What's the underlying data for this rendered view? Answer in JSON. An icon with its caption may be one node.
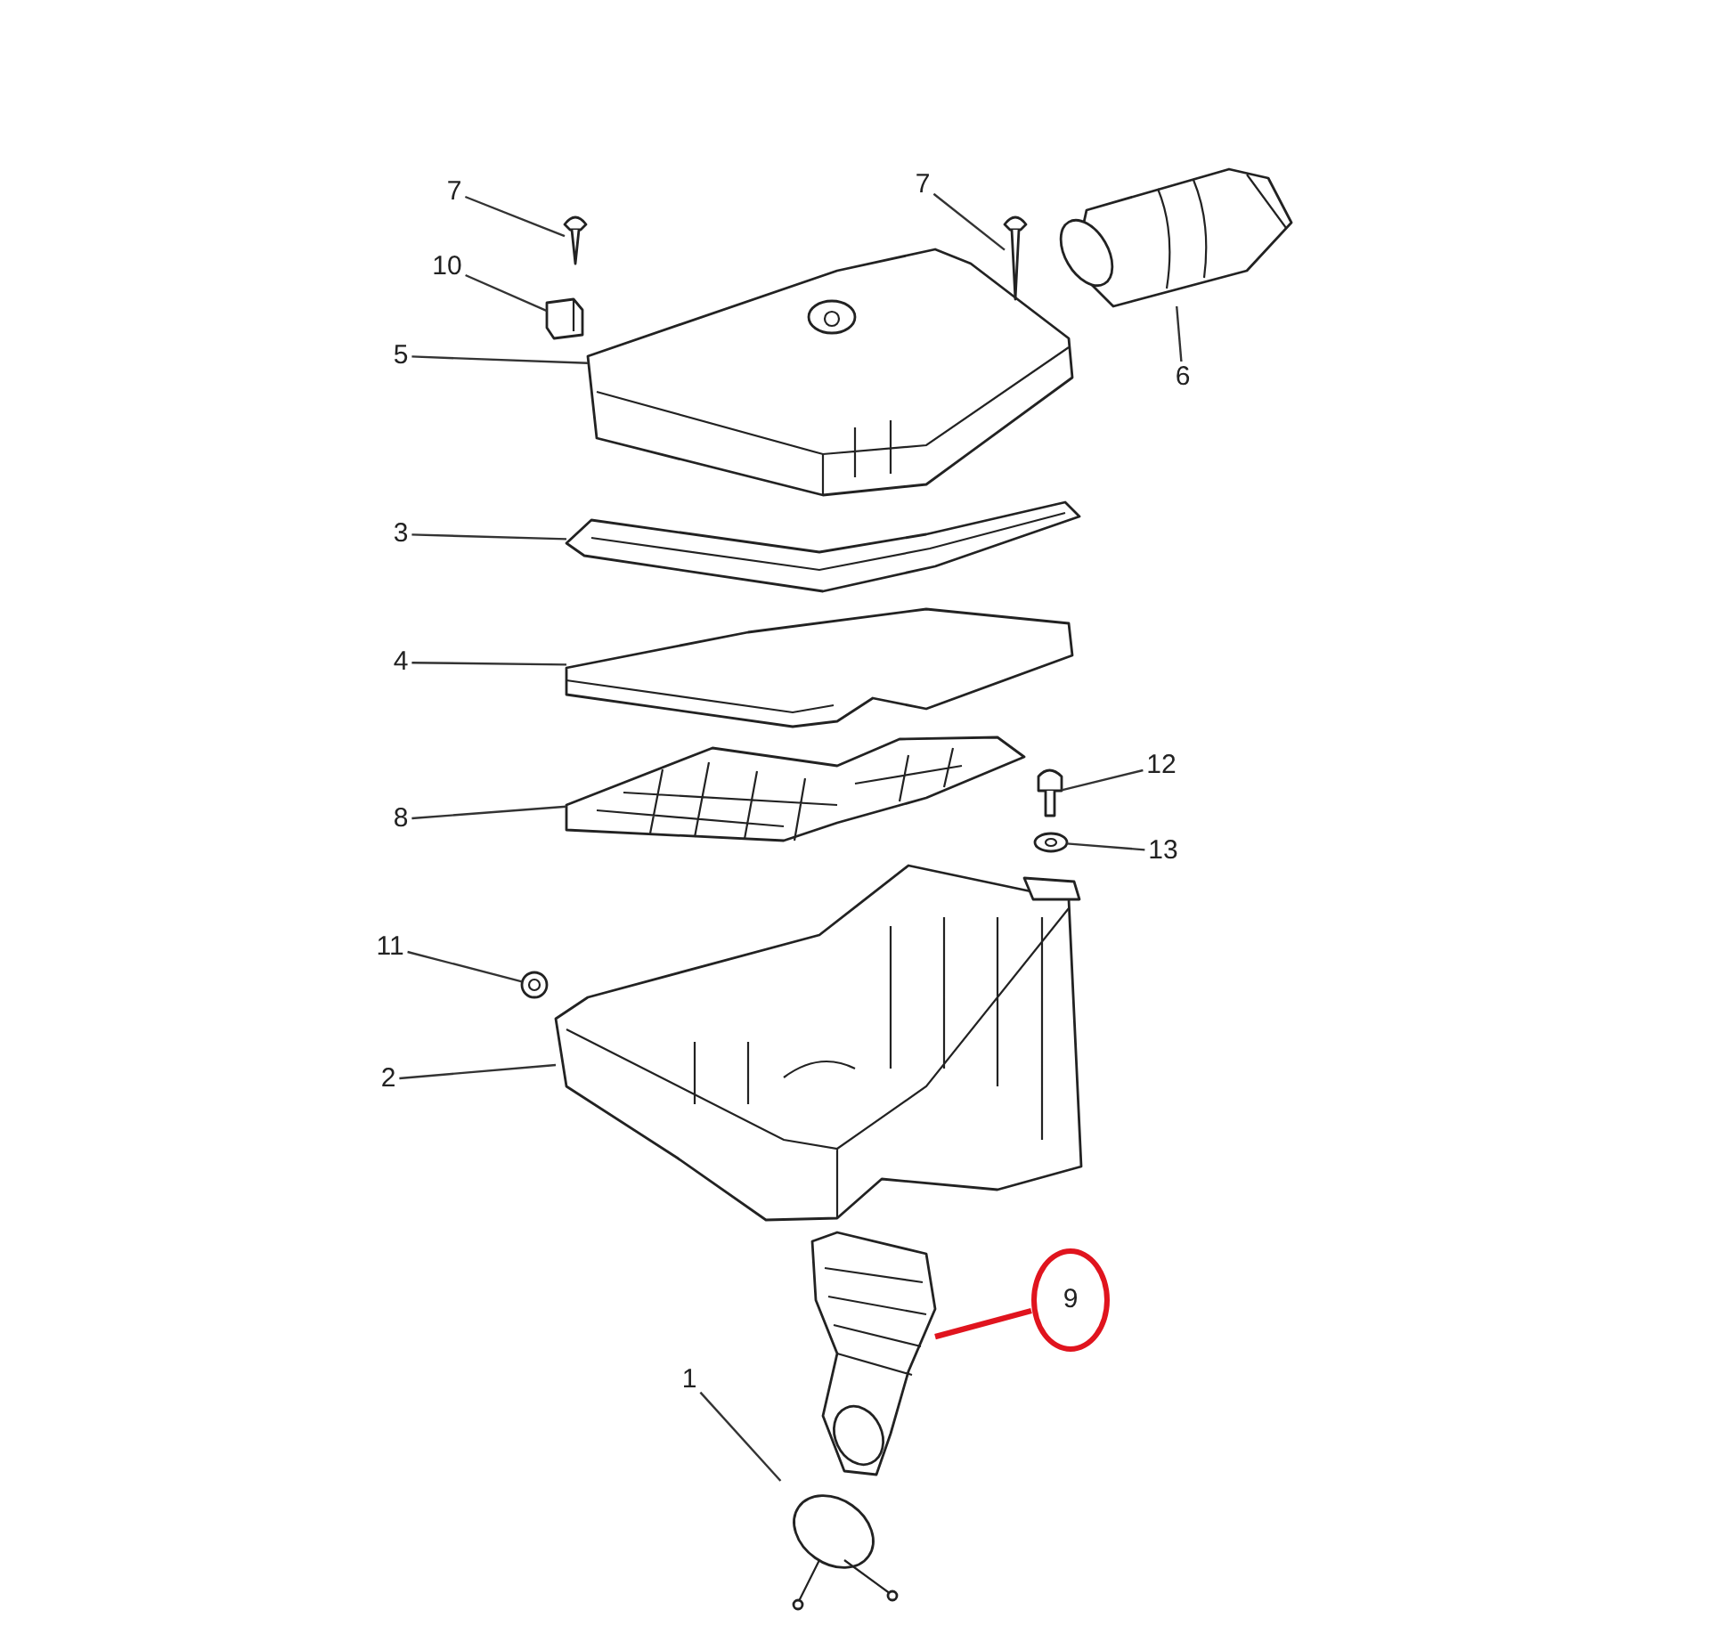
{
  "diagram": {
    "nodes": [
      {
        "text": [
          "7"
        ]
      },
      {
        "text": [
          "10"
        ]
      },
      {
        "text": [
          "5"
        ]
      },
      {
        "text": [
          "3"
        ]
      },
      {
        "text": [
          "4"
        ]
      },
      {
        "text": [
          "8"
        ]
      },
      {
        "text": [
          "11"
        ]
      },
      {
        "text": [
          "2"
        ]
      },
      {
        "text": [
          "1"
        ]
      },
      {
        "text": [
          "7"
        ]
      },
      {
        "text": [
          "6"
        ]
      },
      {
        "text": [
          "12"
        ]
      },
      {
        "text": [
          "13"
        ]
      },
      {
        "text": [
          "9"
        ]
      },
      {
        "text": [],
        "shape": "picture"
      },
      {
        "text": [],
        "shape": "picture"
      },
      {
        "text": [],
        "shape": "picture"
      },
      {
        "text": [],
        "shape": "picture"
      },
      {
        "text": [],
        "shape": "picture"
      },
      {
        "text": [],
        "shape": "picture"
      },
      {
        "text": [],
        "shape": "picture"
      },
      {
        "text": [],
        "shape": "picture"
      },
      {
        "text": [],
        "shape": "picture"
      },
      {
        "text": [],
        "shape": "picture"
      },
      {
        "text": [],
        "shape": "picture"
      },
      {
        "text": [],
        "shape": "picture"
      },
      {
        "text": [],
        "shape": "picture"
      },
      {
        "text": [],
        "shape": "picture"
      }
    ],
    "edges": [
      {
        "from": 0,
        "to": 14,
        "arrow": "none"
      },
      {
        "from": 1,
        "to": 15,
        "arrow": "none"
      },
      {
        "from": 2,
        "to": 16,
        "arrow": "none"
      },
      {
        "from": 3,
        "to": 17,
        "arrow": "none"
      },
      {
        "from": 4,
        "to": 18,
        "arrow": "none"
      },
      {
        "from": 5,
        "to": 19,
        "arrow": "none"
      },
      {
        "from": 6,
        "to": 20,
        "arrow": "none"
      },
      {
        "from": 7,
        "to": 21,
        "arrow": "none"
      },
      {
        "from": 8,
        "to": 22,
        "arrow": "none"
      },
      {
        "from": 9,
        "to": 23,
        "arrow": "none"
      },
      {
        "from": 10,
        "to": 24,
        "arrow": "none"
      },
      {
        "from": 11,
        "to": 25,
        "arrow": "none"
      },
      {
        "from": 12,
        "to": 26,
        "arrow": "none"
      },
      {
        "from": 13,
        "to": 27,
        "arrow": "none",
        "style": "thick",
        "color": "#e0141e"
      }
    ]
  }
}
